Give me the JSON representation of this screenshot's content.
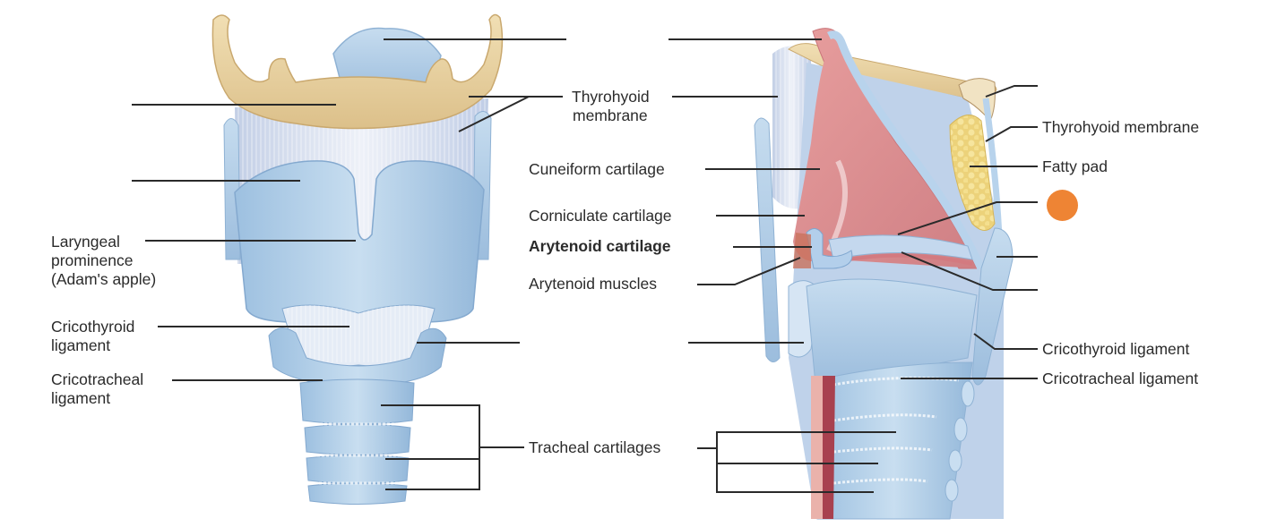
{
  "diagram": {
    "subject": "Larynx — anterior view (left) and sagittal section (right)",
    "marker_color": "#EE8434",
    "colors": {
      "cartilage": "#B9D4EA",
      "cartilage_dark": "#8DB3D6",
      "bone": "#E9D3A3",
      "muscle": "#DC8C8E",
      "fat": "#EBCF6C",
      "leader_line": "#2a2a2a"
    }
  },
  "labels": {
    "laryngeal_prominence": [
      "Laryngeal",
      "prominence",
      "(Adam's apple)"
    ],
    "cricothyroid_ligament_left": [
      "Cricothyroid",
      "ligament"
    ],
    "cricotracheal_ligament_left": [
      "Cricotracheal",
      "ligament"
    ],
    "thyrohyoid_membrane_center": [
      "Thyrohyoid",
      "membrane"
    ],
    "cuneiform_cartilage": "Cuneiform cartilage",
    "corniculate_cartilage": "Corniculate cartilage",
    "arytenoid_cartilage": "Arytenoid cartilage",
    "arytenoid_muscles": "Arytenoid muscles",
    "tracheal_cartilages": "Tracheal cartilages",
    "thyrohyoid_membrane_right": "Thyrohyoid membrane",
    "fatty_pad": "Fatty pad",
    "cricothyroid_ligament_right": "Cricothyroid ligament",
    "cricotracheal_ligament_right": "Cricotracheal ligament"
  },
  "blank_labels": [
    {
      "id": "left-hyoid-bone",
      "side": "left"
    },
    {
      "id": "left-thyroid-cartilage",
      "side": "left"
    },
    {
      "id": "left-epiglottis",
      "side": "top-center"
    },
    {
      "id": "left-cricoid-cartilage",
      "side": "center"
    },
    {
      "id": "right-epiglottis",
      "side": "top-center"
    },
    {
      "id": "right-hyoid-bone",
      "side": "right"
    },
    {
      "id": "right-vestibular-fold",
      "side": "right"
    },
    {
      "id": "right-thyroid-cartilage",
      "side": "right"
    },
    {
      "id": "right-vocal-fold",
      "side": "right"
    },
    {
      "id": "right-cricoid-cartilage",
      "side": "center"
    }
  ]
}
